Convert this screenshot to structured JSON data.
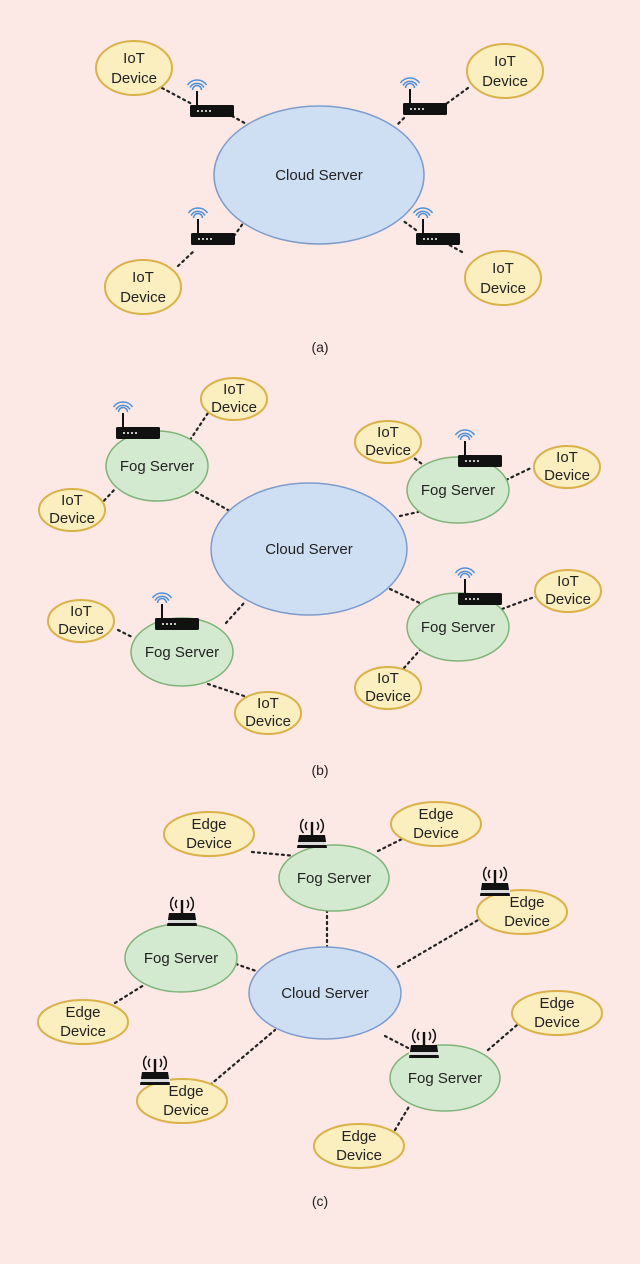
{
  "labels": {
    "cloud": "Cloud Server",
    "fog": "Fog Server",
    "iot_line1": "IoT",
    "iot_line2": "Device",
    "edge_line1": "Edge",
    "edge_line2": "Device"
  },
  "captions": {
    "a": "(a)",
    "b": "(b)",
    "c": "(c)"
  },
  "colors": {
    "background": "#fce8e4",
    "cloud_fill": "#cfdff3",
    "fog_fill": "#d4ead0",
    "device_fill": "#fbefc0",
    "device_stroke": "#d9b24a"
  },
  "icons": [
    "wifi-router-icon",
    "antenna-router-icon"
  ]
}
